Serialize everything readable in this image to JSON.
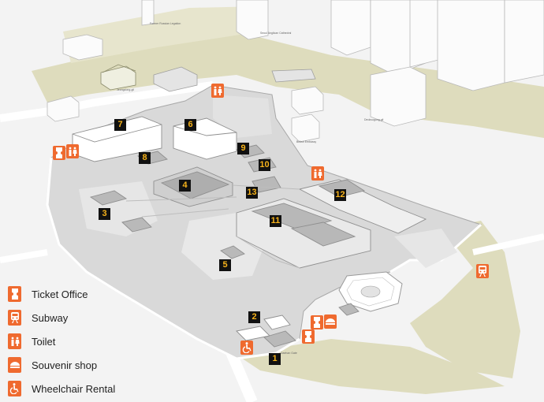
{
  "map": {
    "theme": {
      "ground": "#f1f1f1",
      "park": "#dedcbd",
      "palace_ground": "#d7d7d7",
      "building_roof": "#bdbdbd",
      "building_wall": "#ffffff",
      "outline": "#9a9a9a",
      "badge_bg": "#111111",
      "badge_text": "#f6b21a",
      "poi_accent": "#ef6a2f"
    },
    "sites": [
      "1",
      "2",
      "3",
      "4",
      "5",
      "6",
      "7",
      "8",
      "9",
      "10",
      "11",
      "12",
      "13"
    ],
    "icons": [
      {
        "type": "toilet",
        "name": "toilet-icon"
      },
      {
        "type": "ticket",
        "name": "ticket-icon"
      },
      {
        "type": "toilet",
        "name": "toilet-icon"
      },
      {
        "type": "toilet",
        "name": "toilet-icon"
      },
      {
        "type": "subway",
        "name": "subway-icon"
      },
      {
        "type": "ticket",
        "name": "ticket-icon"
      },
      {
        "type": "souvenir",
        "name": "souvenir-icon"
      },
      {
        "type": "ticket",
        "name": "ticket-icon"
      },
      {
        "type": "wheelchair",
        "name": "wheelchair-icon"
      }
    ],
    "street_labels": [
      "Former Russian Legation",
      "Jeongdong-gil",
      "Seoul Anglican Cathedral",
      "Deoksugung-gil",
      "British Embassy",
      "Daehan Gate"
    ]
  },
  "legend": {
    "items": [
      {
        "icon": "ticket",
        "label": "Ticket Office"
      },
      {
        "icon": "subway",
        "label": "Subway"
      },
      {
        "icon": "toilet",
        "label": "Toilet"
      },
      {
        "icon": "souvenir",
        "label": "Souvenir shop"
      },
      {
        "icon": "wheelchair",
        "label": "Wheelchair Rental"
      }
    ]
  }
}
